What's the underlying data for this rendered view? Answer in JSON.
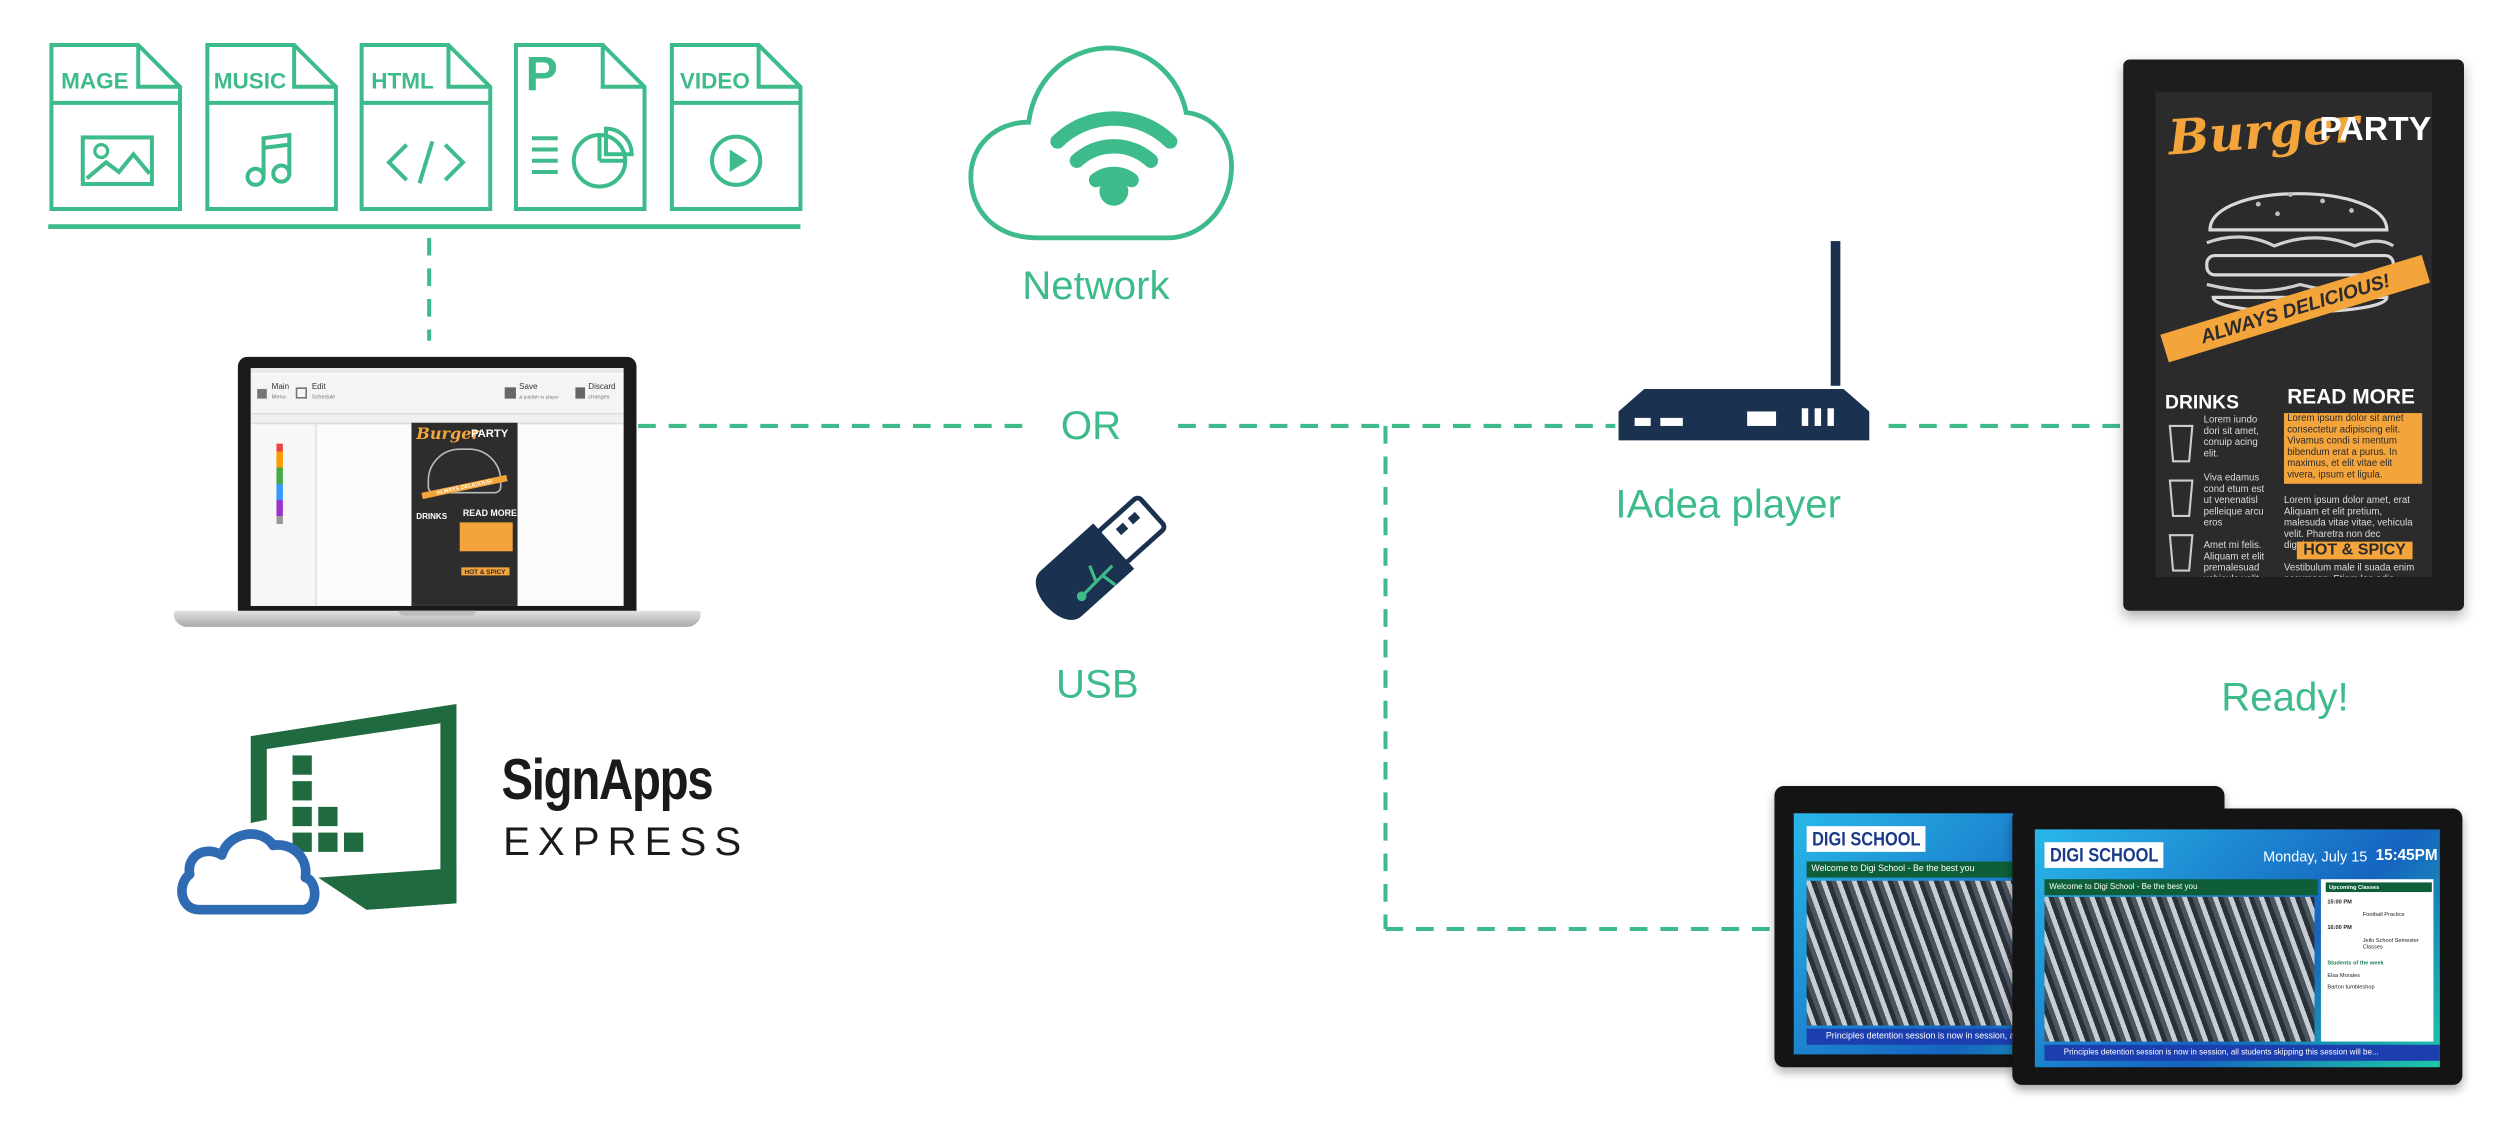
{
  "colors": {
    "accent": "#3dbb8a",
    "navy": "#1a3150",
    "brand_green": "#1f6b3f",
    "cloud_blue": "#2f6bb3",
    "digi_blue": "#1e90e0",
    "burger_orange": "#f3a43a",
    "chalkboard": "#2a2a2a"
  },
  "file_types": [
    {
      "label": "MAGE",
      "icon": "image-icon"
    },
    {
      "label": "MUSIC",
      "icon": "music-note-icon"
    },
    {
      "label": "HTML",
      "icon": "code-icon"
    },
    {
      "label": "P",
      "icon": "presentation-chart-icon"
    },
    {
      "label": "VIDEO",
      "icon": "play-circle-icon"
    }
  ],
  "network": {
    "label": "Network",
    "icon": "wifi-cloud-icon"
  },
  "or_label": "OR",
  "usb": {
    "label": "USB",
    "icon": "usb-drive-icon"
  },
  "player": {
    "label": "IAdea player",
    "icon": "media-player-router-icon"
  },
  "ready_label": "Ready!",
  "brand": {
    "line1": "SignApps",
    "line2": "EXPRESS"
  },
  "laptop_app": {
    "buttons": [
      {
        "label": "Main",
        "sub": "Menu"
      },
      {
        "label": "Edit",
        "sub": "Schedule"
      },
      {
        "label": "Save",
        "sub": "& publish to player"
      },
      {
        "label": "Discard",
        "sub": "changes"
      }
    ]
  },
  "burger_poster": {
    "title_script": "Burger",
    "title_caps": "PARTY",
    "ribbon": "ALWAYS DELICIOUS!",
    "drinks_heading": "DRINKS",
    "read_more_heading": "READ MORE",
    "drink_texts": [
      "Lorem iundo dori sit amet, conuip acing elit.",
      "Viva edamus cond etum est ut venenatisl pelleique arcu eros",
      "Amet mi felis. Aliquam et elit premalesuad vehicula velit."
    ],
    "read_more_text_1": "Lorem ipsum dolor sit amet consectetur adipiscing elit. Vivamus condi si mentum bibendum erat a purus. In maximus, et elit vitae elit vivera, ipsum et ligula.",
    "read_more_text_2": "Lorem ipsum dolor amet, erat Aliquam et elit pretium, malesuda vitae vitae, vehicula velit. Pharetra non dec dignissim.",
    "hot_spicy": "HOT & SPICY",
    "read_more_text_3": "Vestibulum male il suada enim accumsan. Etiam leo odio magna."
  },
  "digi_screen_back": {
    "brand": "DIGI SCHOOL",
    "welcome": "Welcome to Digi School - Be the best you",
    "ticker": "Principles detention session is now in session, all st..."
  },
  "digi_screen_front": {
    "brand": "DIGI SCHOOL",
    "date": "Monday, July 15",
    "time": "15:45PM",
    "welcome": "Welcome to Digi School - Be the best you",
    "upcoming_heading": "Upcoming Classes",
    "classes": [
      {
        "time": "15:00 PM",
        "name": "Football Practice"
      },
      {
        "time": "16:00 PM",
        "name": "Jello School Semester Classes"
      }
    ],
    "students_heading": "Students of the week",
    "students": [
      "Elsa Morales",
      "Barton tumbleshop"
    ],
    "ticker": "Principles detention session is now in session, all students skipping this session will be..."
  }
}
